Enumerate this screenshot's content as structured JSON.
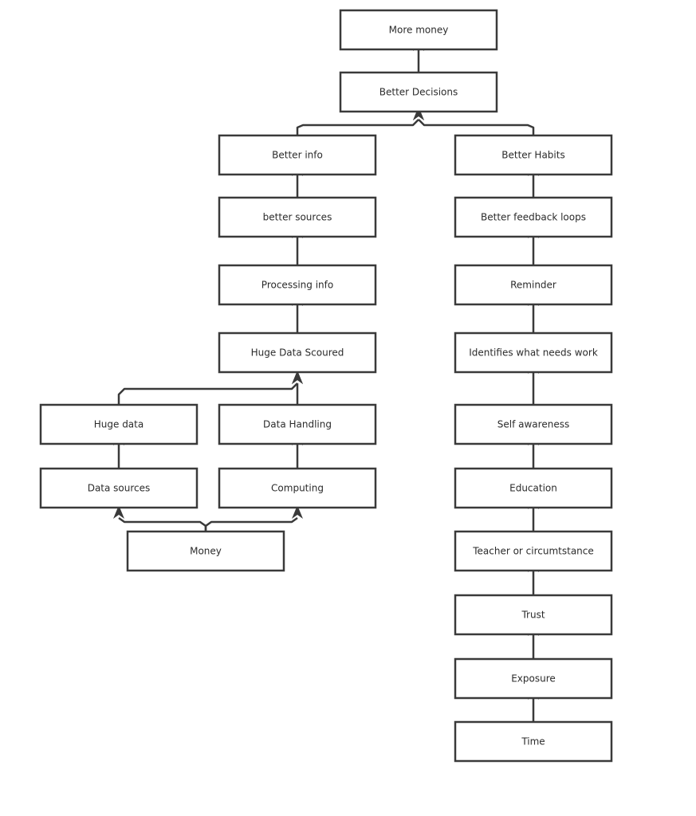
{
  "diagram": {
    "type": "flowchart",
    "nodes": [
      {
        "id": "more_money",
        "label": "More money"
      },
      {
        "id": "better_decisions",
        "label": "Better Decisions"
      },
      {
        "id": "better_info",
        "label": "Better info"
      },
      {
        "id": "better_habits",
        "label": "Better Habits"
      },
      {
        "id": "better_sources",
        "label": "better sources"
      },
      {
        "id": "better_feedback_loops",
        "label": "Better feedback loops"
      },
      {
        "id": "processing_info",
        "label": "Processing info"
      },
      {
        "id": "reminder",
        "label": "Reminder"
      },
      {
        "id": "huge_data_scoured",
        "label": "Huge Data Scoured"
      },
      {
        "id": "identifies_work",
        "label": "Identifies what needs work"
      },
      {
        "id": "huge_data",
        "label": "Huge data"
      },
      {
        "id": "data_handling",
        "label": "Data Handling"
      },
      {
        "id": "self_awareness",
        "label": "Self awareness"
      },
      {
        "id": "data_sources",
        "label": "Data sources"
      },
      {
        "id": "computing",
        "label": "Computing"
      },
      {
        "id": "education",
        "label": "Education"
      },
      {
        "id": "money",
        "label": "Money"
      },
      {
        "id": "teacher",
        "label": "Teacher or circumtstance"
      },
      {
        "id": "trust",
        "label": "Trust"
      },
      {
        "id": "exposure",
        "label": "Exposure"
      },
      {
        "id": "time",
        "label": "Time"
      }
    ],
    "edges": [
      {
        "from": "better_decisions",
        "to": "more_money"
      },
      {
        "from": "better_info",
        "to": "better_decisions"
      },
      {
        "from": "better_habits",
        "to": "better_decisions"
      },
      {
        "from": "better_sources",
        "to": "better_info"
      },
      {
        "from": "processing_info",
        "to": "better_sources"
      },
      {
        "from": "huge_data_scoured",
        "to": "processing_info"
      },
      {
        "from": "huge_data",
        "to": "huge_data_scoured"
      },
      {
        "from": "data_handling",
        "to": "huge_data_scoured"
      },
      {
        "from": "data_sources",
        "to": "huge_data"
      },
      {
        "from": "computing",
        "to": "data_handling"
      },
      {
        "from": "money",
        "to": "data_sources"
      },
      {
        "from": "money",
        "to": "computing"
      },
      {
        "from": "better_feedback_loops",
        "to": "better_habits"
      },
      {
        "from": "reminder",
        "to": "better_feedback_loops"
      },
      {
        "from": "identifies_work",
        "to": "reminder"
      },
      {
        "from": "self_awareness",
        "to": "identifies_work"
      },
      {
        "from": "education",
        "to": "self_awareness"
      },
      {
        "from": "teacher",
        "to": "education"
      },
      {
        "from": "trust",
        "to": "teacher"
      },
      {
        "from": "exposure",
        "to": "trust"
      },
      {
        "from": "time",
        "to": "exposure"
      }
    ],
    "colors": {
      "stroke": "#3a3a3a",
      "fill": "#ffffff",
      "text": "#2b2b2b"
    }
  }
}
